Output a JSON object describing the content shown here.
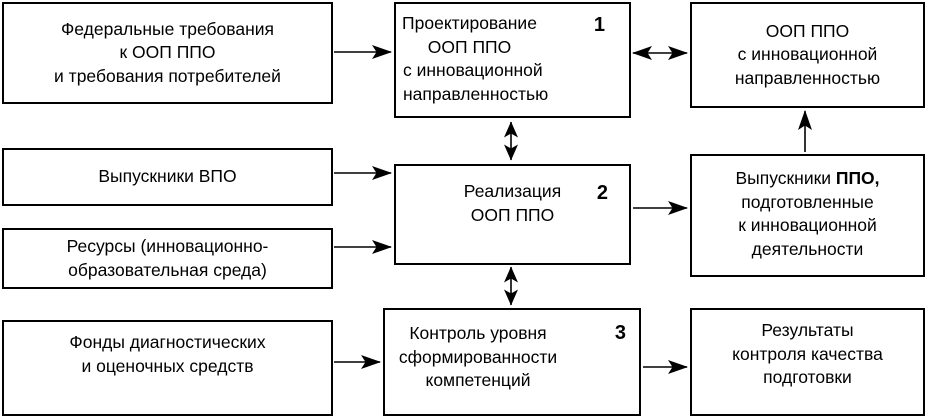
{
  "diagram": {
    "background_color": "#ffffff",
    "line_color": "#000000",
    "boxes": {
      "left1": {
        "lines": [
          "Федеральные требования",
          "к ООП ППО",
          "и требования потребителей"
        ]
      },
      "left2": {
        "lines": [
          "Выпускники ВПО"
        ]
      },
      "left3": {
        "lines": [
          "Ресурсы (инновационно-",
          "образовательная среда)"
        ]
      },
      "left4": {
        "lines": [
          "Фонды диагностических",
          "и оценочных средств"
        ]
      },
      "mid1": {
        "number": "1",
        "lines": [
          "Проектирование",
          "ООП ППО",
          "с инновационной",
          "направленностью"
        ]
      },
      "mid2": {
        "number": "2",
        "lines": [
          "Реализация",
          "ООП ППО"
        ]
      },
      "mid3": {
        "number": "3",
        "lines": [
          "Контроль уровня",
          "сформированности",
          "компетенций"
        ]
      },
      "right1": {
        "lines": [
          "ООП ППО",
          "с инновационной",
          "направленностью"
        ]
      },
      "right2": {
        "line1_normal": "Выпускники ",
        "line1_bold": "ППО,",
        "lines": [
          "подготовленные",
          "к инновационной",
          "деятельности"
        ]
      },
      "right3": {
        "lines": [
          "Результаты",
          "контроля качества",
          "подготовки"
        ]
      }
    },
    "arrows": [
      "left1 -> mid1",
      "mid1 <-> right1",
      "mid1 <-> mid2",
      "left2 -> mid2",
      "left3 -> mid2",
      "mid2 -> right2",
      "right2 -> right1",
      "mid2 <-> mid3",
      "left4 -> mid3",
      "mid3 -> right3"
    ]
  }
}
